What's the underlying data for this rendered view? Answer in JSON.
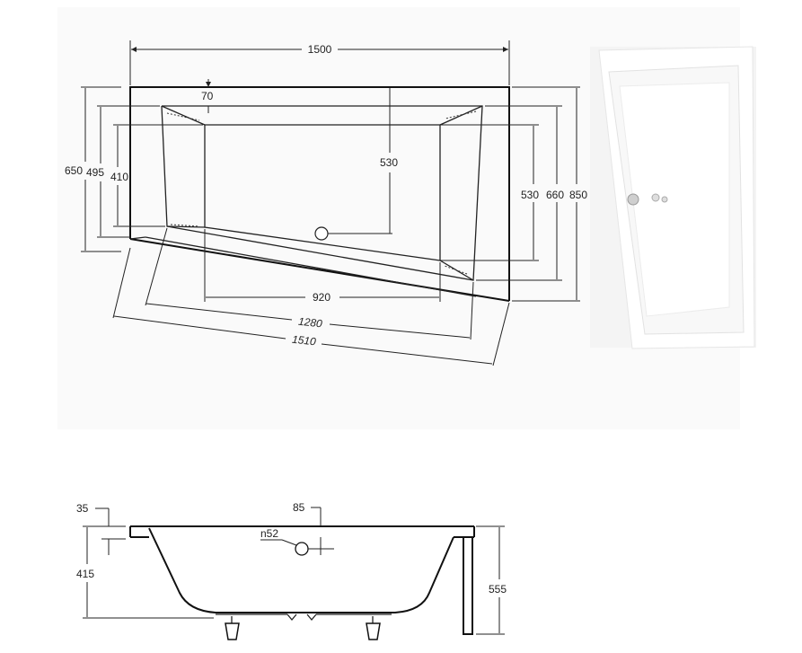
{
  "top_view": {
    "width_overall": "1500",
    "rim_offset": "70",
    "left_outer": "650",
    "left_mid": "495",
    "left_inner": "410",
    "center_depth": "530",
    "right_inner": "530",
    "right_mid": "660",
    "right_outer": "850",
    "bottom_inner": "920",
    "bottom_mid": "1280",
    "bottom_outer": "1510"
  },
  "side_view": {
    "rim_thickness": "35",
    "drain_offset": "85",
    "drain_label": "n52",
    "inner_depth": "415",
    "total_height": "555"
  },
  "colors": {
    "background": "#ffffff",
    "photo_bg": "#f4f4f4",
    "line": "#222222"
  }
}
